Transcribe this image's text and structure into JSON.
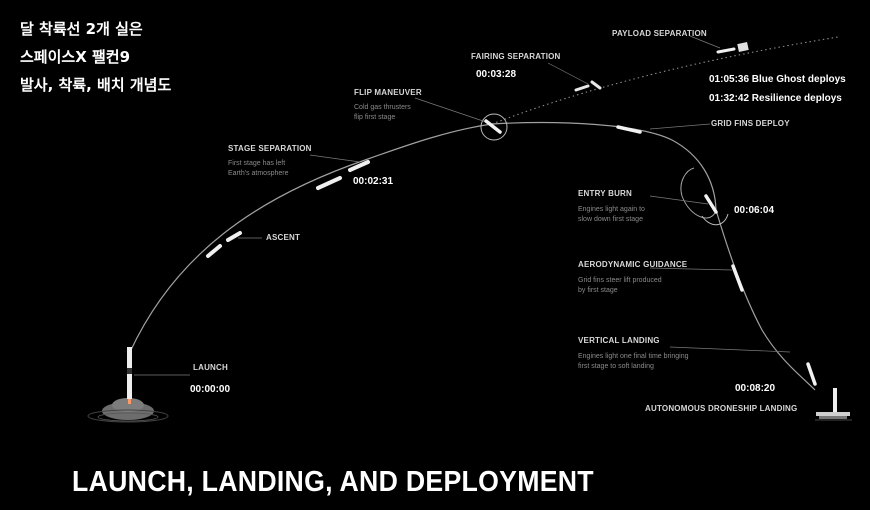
{
  "korean_title": {
    "line1": "달 착륙선 2개 실은",
    "line2": "스페이스X 팰컨9",
    "line3": "발사, 착륙, 배치 개념도"
  },
  "stages": {
    "payload_separation": {
      "label": "PAYLOAD SEPARATION"
    },
    "fairing_separation": {
      "label": "FAIRING SEPARATION",
      "time": "00:03:28"
    },
    "flip_maneuver": {
      "label": "FLIP MANEUVER",
      "desc1": "Cold gas thrusters",
      "desc2": "flip first stage"
    },
    "stage_separation": {
      "label": "STAGE SEPARATION",
      "desc1": "First stage has left",
      "desc2": "Earth's atmosphere",
      "time": "00:02:31"
    },
    "ascent": {
      "label": "ASCENT"
    },
    "launch": {
      "label": "LAUNCH",
      "time": "00:00:00"
    },
    "grid_fins_deploy": {
      "label": "GRID FINS DEPLOY"
    },
    "entry_burn": {
      "label": "ENTRY BURN",
      "desc1": "Engines light again to",
      "desc2": "slow down first stage",
      "time": "00:06:04"
    },
    "aerodynamic_guidance": {
      "label": "AERODYNAMIC GUIDANCE",
      "desc1": "Grid fins steer lift produced",
      "desc2": "by first stage"
    },
    "vertical_landing": {
      "label": "VERTICAL LANDING",
      "desc1": "Engines light one final time bringing",
      "desc2": "first stage to soft landing",
      "time": "00:08:20"
    },
    "droneship_landing": {
      "label": "AUTONOMOUS DRONESHIP LANDING"
    }
  },
  "deployments": {
    "blue_ghost": "01:05:36 Blue Ghost deploys",
    "resilience": "01:32:42 Resilience deploys"
  },
  "main_title": "LAUNCH, LANDING, AND DEPLOYMENT",
  "colors": {
    "background": "#000000",
    "trajectory": "#9a9a9a",
    "label": "#d8d8d8",
    "description": "#8a8a8a"
  }
}
